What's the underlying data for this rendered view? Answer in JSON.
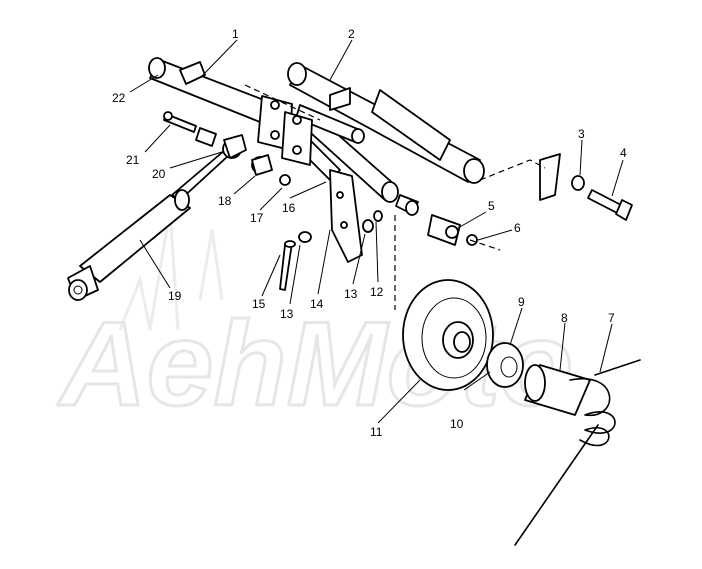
{
  "watermark": {
    "text": "AehMoto"
  },
  "callouts": [
    {
      "id": "1",
      "text": "1"
    },
    {
      "id": "2",
      "text": "2"
    },
    {
      "id": "3",
      "text": "3"
    },
    {
      "id": "4",
      "text": "4"
    },
    {
      "id": "5",
      "text": "5"
    },
    {
      "id": "6",
      "text": "6"
    },
    {
      "id": "7",
      "text": "7"
    },
    {
      "id": "8",
      "text": "8"
    },
    {
      "id": "9",
      "text": "9"
    },
    {
      "id": "10",
      "text": "10"
    },
    {
      "id": "11",
      "text": "11"
    },
    {
      "id": "12",
      "text": "12"
    },
    {
      "id": "13a",
      "text": "13"
    },
    {
      "id": "13b",
      "text": "13"
    },
    {
      "id": "14",
      "text": "14"
    },
    {
      "id": "15",
      "text": "15"
    },
    {
      "id": "16",
      "text": "16"
    },
    {
      "id": "17",
      "text": "17"
    },
    {
      "id": "18",
      "text": "18"
    },
    {
      "id": "19",
      "text": "19"
    },
    {
      "id": "20",
      "text": "20"
    },
    {
      "id": "21",
      "text": "21"
    },
    {
      "id": "22",
      "text": "22"
    }
  ]
}
